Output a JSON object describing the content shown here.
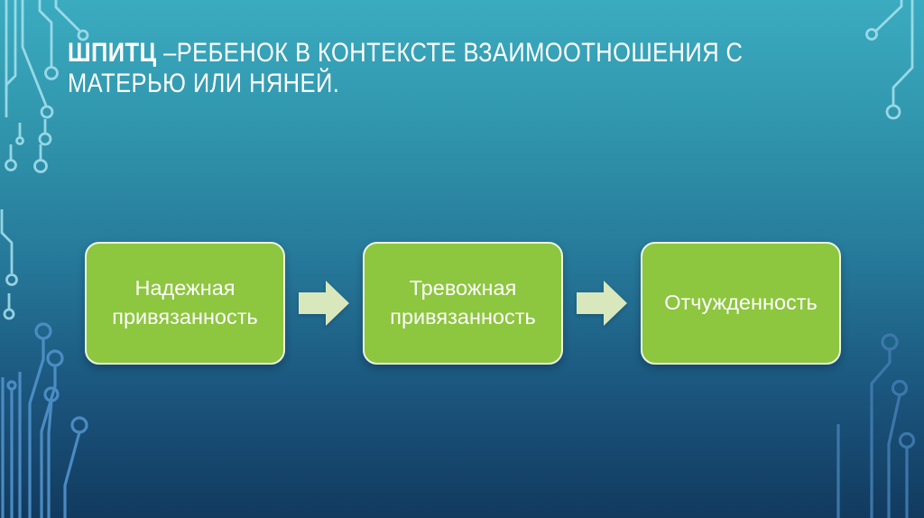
{
  "slide": {
    "title": {
      "bold": "ШПИТЦ",
      "rest": " –РЕБЕНОК В КОНТЕКСТЕ ВЗАИМООТНОШЕНИЯ С МАТЕРЬЮ ИЛИ НЯНЕЙ."
    },
    "process": {
      "type": "horizontal-flow",
      "steps": [
        {
          "label": "Надежная привязанность"
        },
        {
          "label": "Тревожная привязанность"
        },
        {
          "label": "Отчужденность"
        }
      ]
    },
    "colors": {
      "bg_top": "#3BABC0",
      "bg_upper": "#3095AC",
      "bg_mid": "#26799A",
      "bg_lower": "#1B567E",
      "bg_bottom": "#123A5F",
      "box_fill": "#8DC63F",
      "box_border": "#EDF5E3",
      "box_text": "#FFFFFF",
      "arrow_fill": "#D9E8BC",
      "title_text": "#FFFFFF",
      "circuit_light": "#A9E3EF",
      "circuit_blue_left": "#4E8FC7",
      "circuit_blue_right": "#3F79AD"
    }
  }
}
